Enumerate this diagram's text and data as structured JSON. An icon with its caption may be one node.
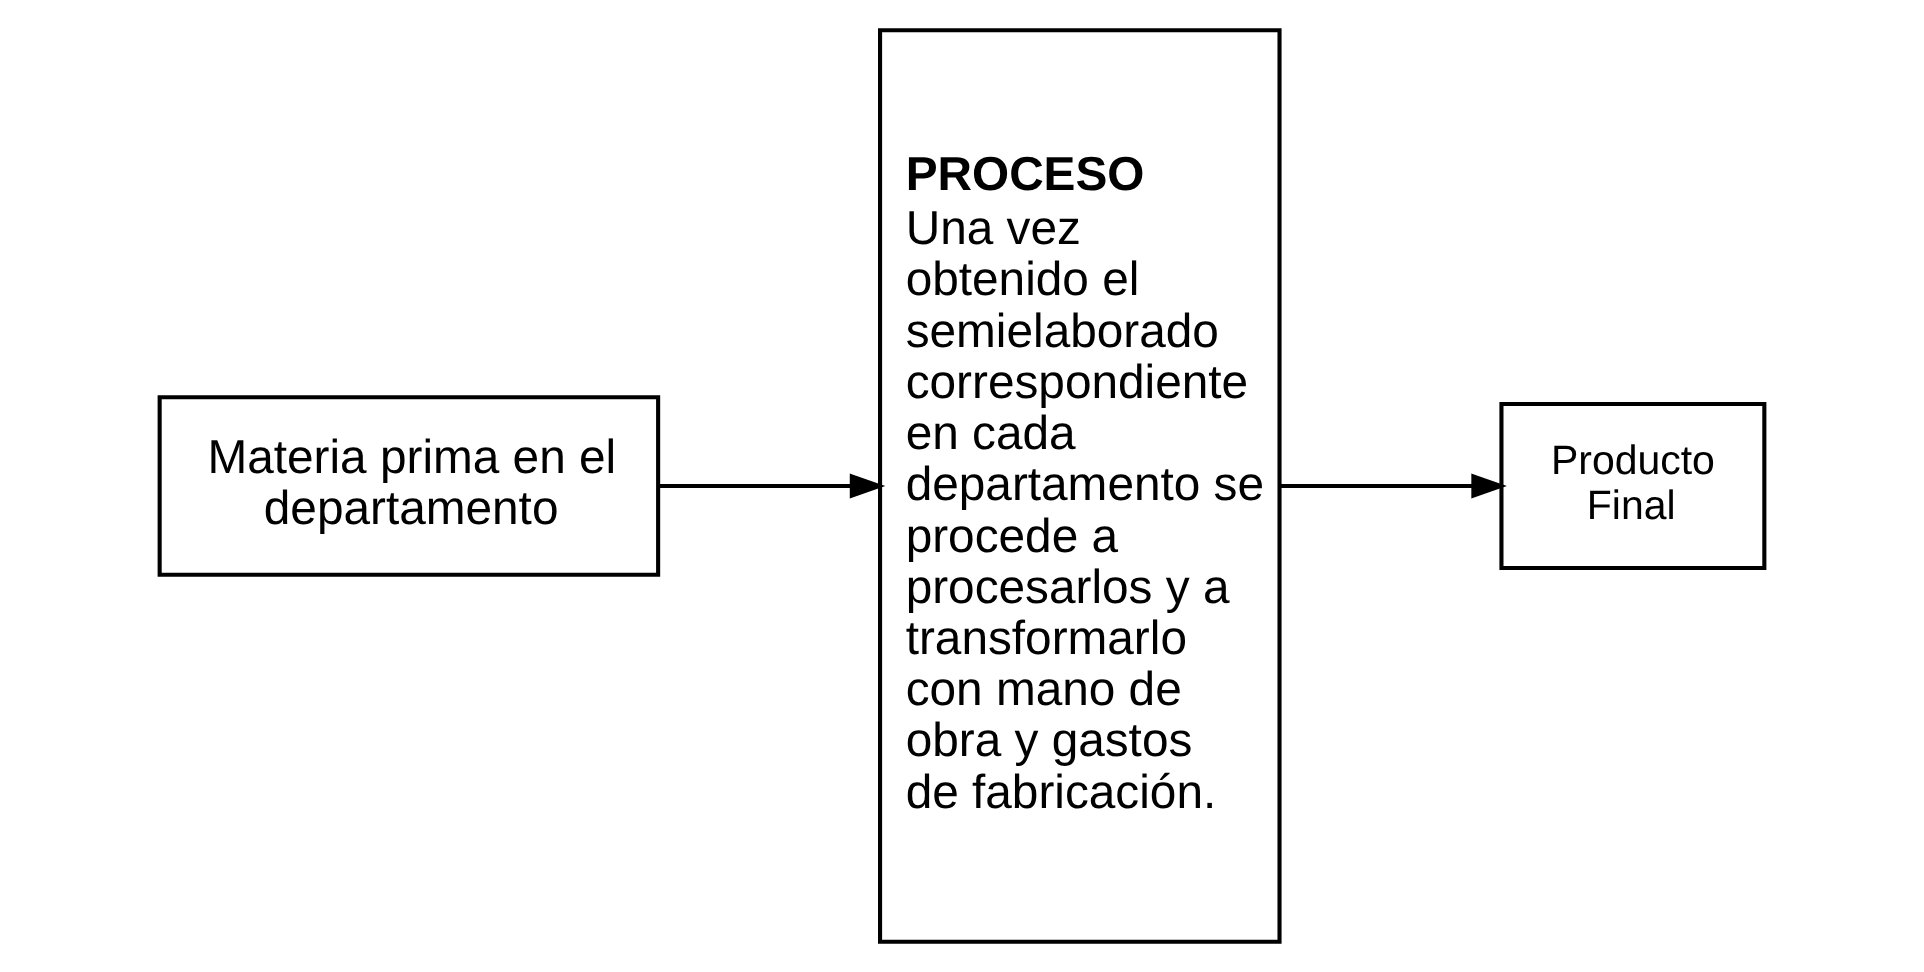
{
  "diagram": {
    "nodes": [
      {
        "text": [
          "Materia prima en el departamento"
        ]
      },
      {
        "text": [
          "PROCESO",
          "Una vez obtenido el semielaborado correspondiente en cada departamento se procede a procesarlos y a transformarlo con mano de obra y gastos de fabricación."
        ]
      },
      {
        "text": [
          "Producto Final"
        ]
      }
    ],
    "edges": [
      {
        "from": 0,
        "to": 1,
        "arrow": "to"
      },
      {
        "from": 1,
        "to": 2,
        "arrow": "to"
      }
    ]
  }
}
